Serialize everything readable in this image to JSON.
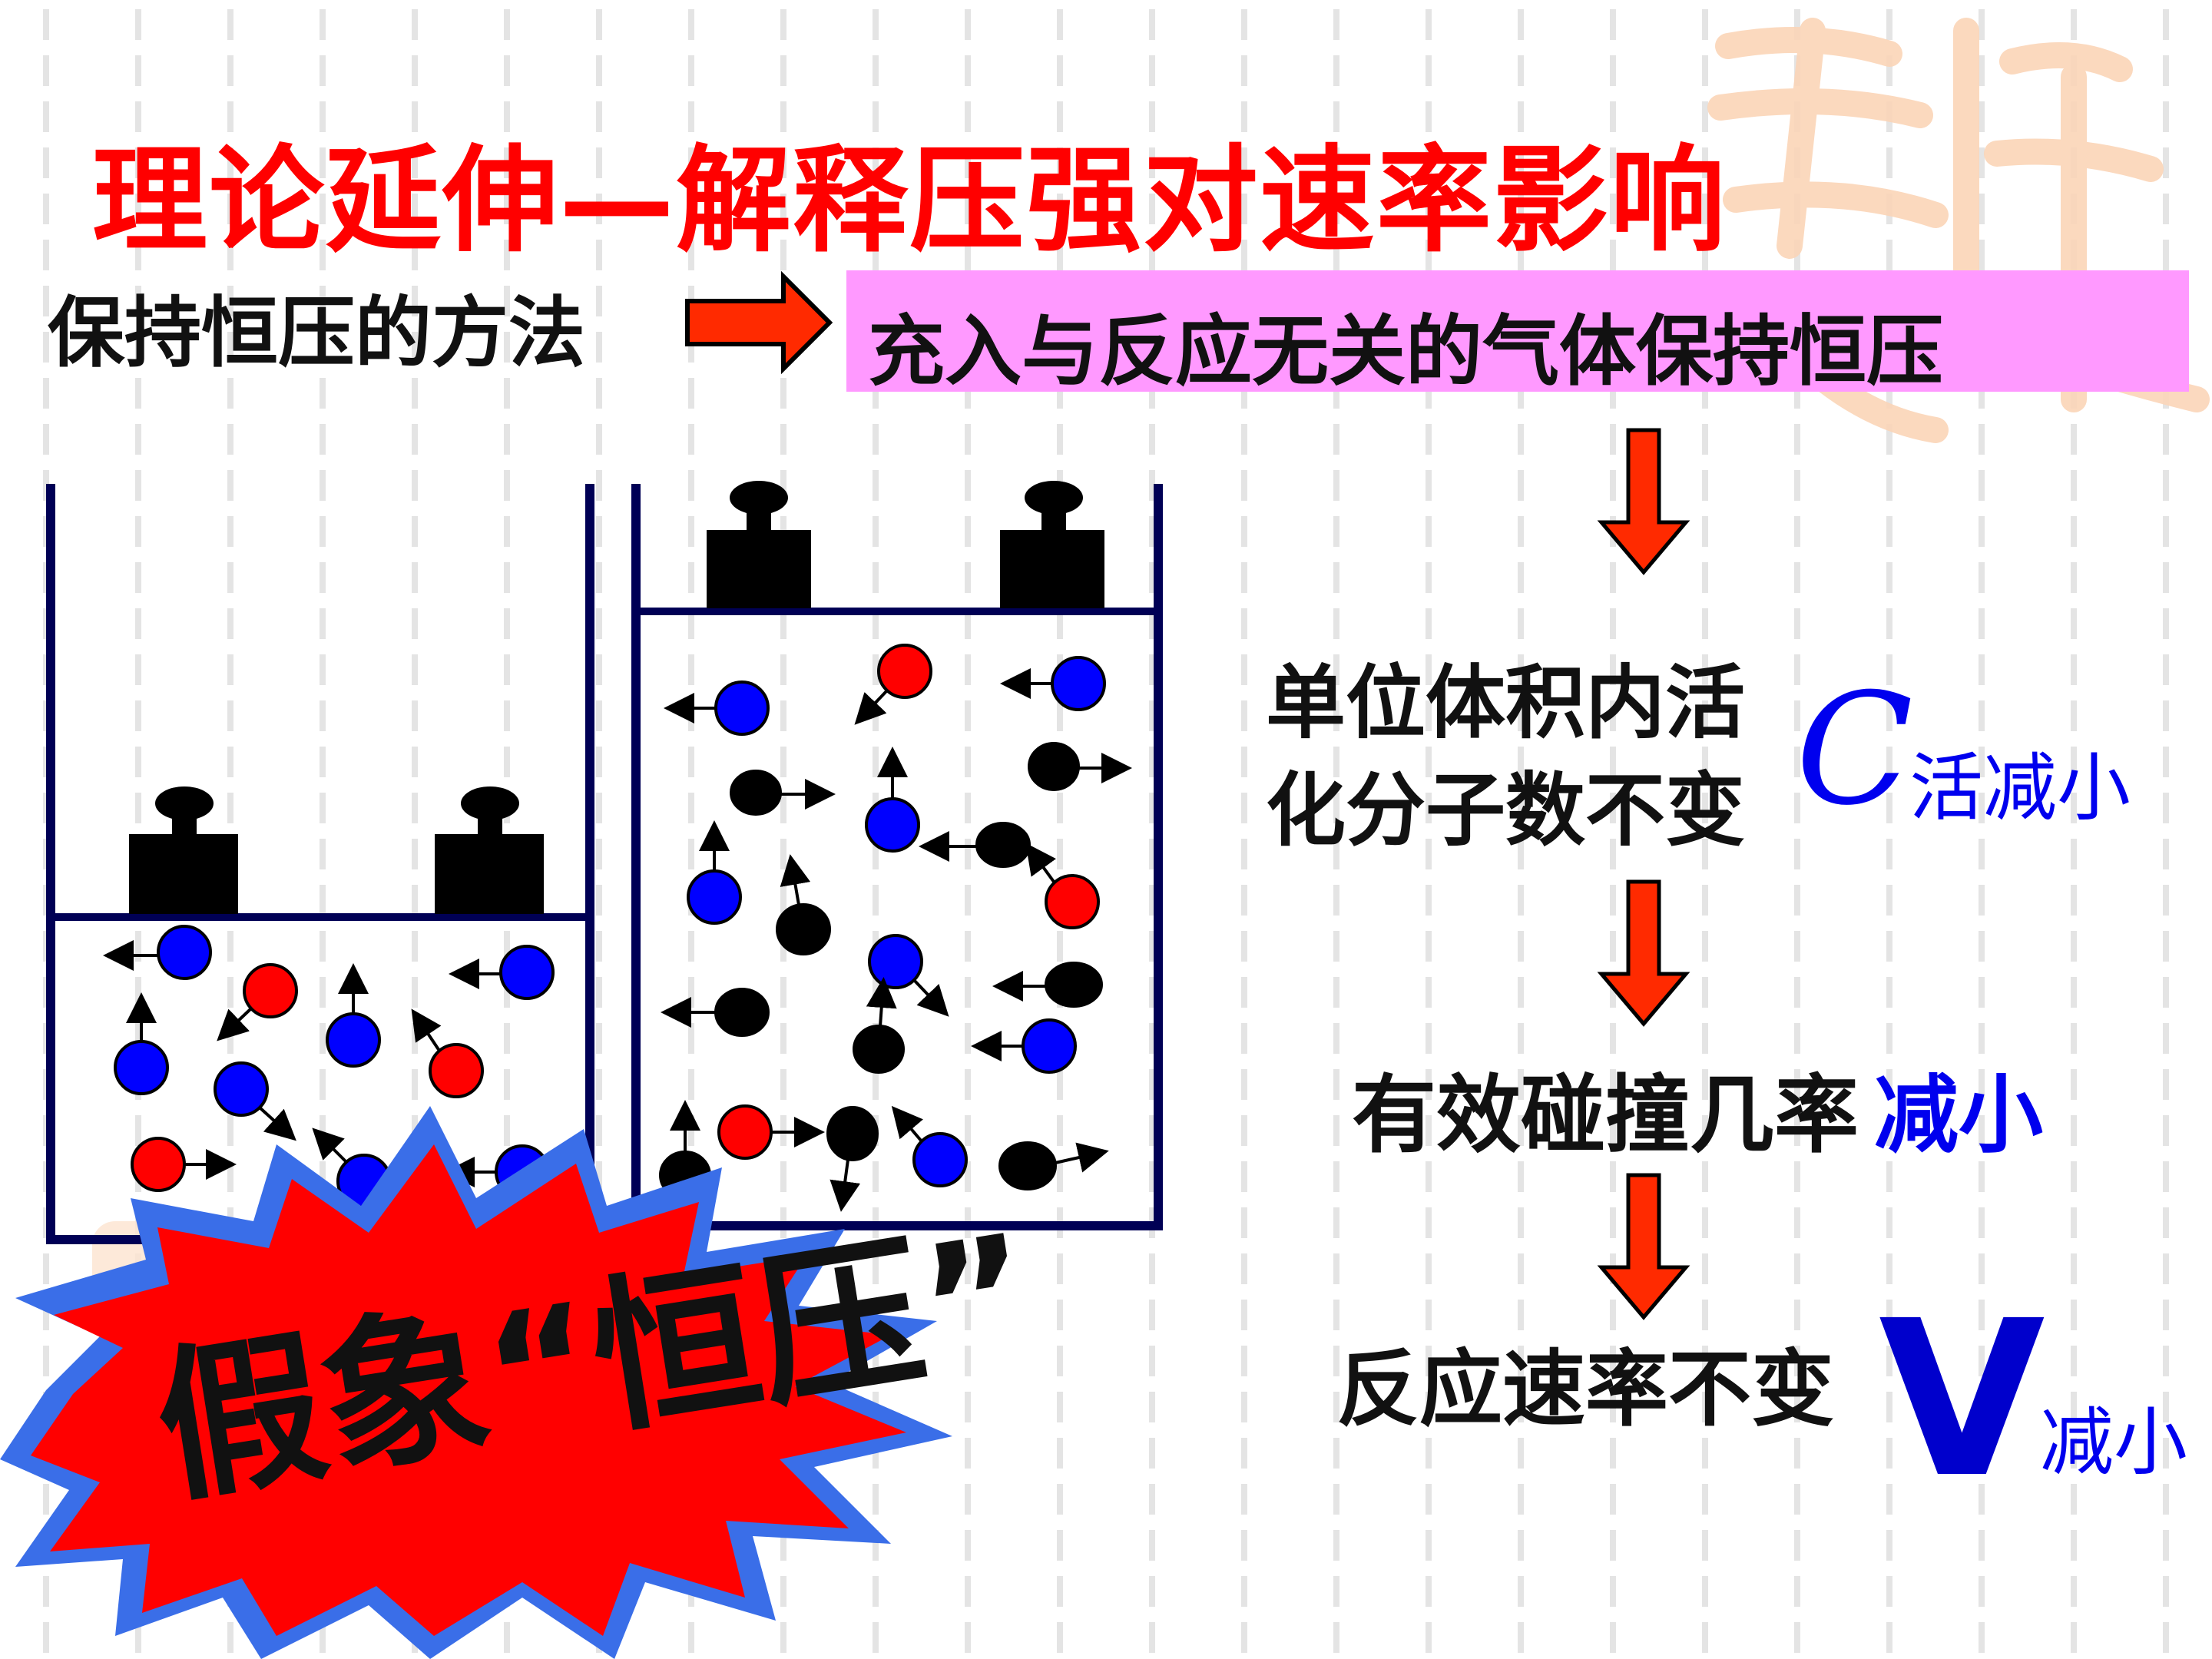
{
  "slide": {
    "title": "理论延伸—解释压强对速率影响",
    "method_label": "保持恒压的方法",
    "method_text": "充入与反应无关的气体保持恒压",
    "step1_line1": "单位体积内活",
    "step1_line2": "化分子数不变",
    "step1_symbol": "C",
    "step1_subscript": "活减小",
    "step2_text": "有效碰撞几率",
    "step2_emphasis": "减小",
    "step3_text": "反应速率不变",
    "step3_symbol": "V",
    "step3_subscript": "减小",
    "burst_text": "假象“恒压”"
  },
  "colors": {
    "title": "#ff0000",
    "method_box": "#ff99ff",
    "arrow": "#ff2a00",
    "emphasis_blue": "#0000ee",
    "container_border": "#000055",
    "molecule_blue": "#0000ff",
    "molecule_red": "#ff0000",
    "molecule_black": "#000000",
    "burst_fill": "#ff0000",
    "burst_edge": "#3a6ee8"
  }
}
